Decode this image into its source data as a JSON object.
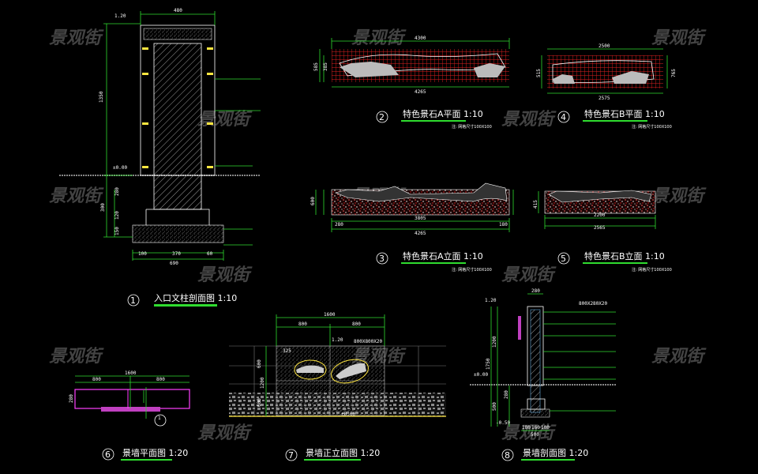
{
  "watermark": "景观街",
  "colors": {
    "background": "#000000",
    "dimension": "#2fdc2f",
    "grid": "#e02020",
    "hatch": "#ffffff",
    "accent": "#ff40ff"
  },
  "drawings": [
    {
      "number": "1",
      "title": "入口文柱剖面图 1:10",
      "dims": {
        "top": "480",
        "height": "1350",
        "base_w": "690",
        "core": "370",
        "side": "100",
        "side2": "60",
        "a": "280",
        "b": "300",
        "c": "120",
        "d": "150",
        "level": "1.20",
        "zero": "±0.00"
      }
    },
    {
      "number": "2",
      "title": "特色景石A平面 1:10",
      "dims": {
        "top": "4300",
        "bottom": "4265",
        "h1": "585",
        "h2": "385"
      },
      "note": "注: 网格尺寸100X100"
    },
    {
      "number": "3",
      "title": "特色景石A立面 1:10",
      "dims": {
        "mid": "3805",
        "bottom": "4265",
        "left": "280",
        "right": "180",
        "h": "600"
      },
      "note": "注: 网格尺寸100X100"
    },
    {
      "number": "4",
      "title": "特色景石B平面 1:10",
      "dims": {
        "top": "2500",
        "bottom": "2575",
        "h": "515",
        "h2": "765"
      },
      "note": "注: 网格尺寸100X100"
    },
    {
      "number": "5",
      "title": "特色景石B立面 1:10",
      "dims": {
        "mid": "2200",
        "bottom": "2565",
        "h": "415"
      },
      "note": "注: 网格尺寸100X100"
    },
    {
      "number": "6",
      "title": "景墙平面图 1:20",
      "dims": {
        "total": "1600",
        "left": "800",
        "right": "800",
        "depth": "280"
      },
      "section_mark": "1"
    },
    {
      "number": "7",
      "title": "景墙正立面图 1:20",
      "dims": {
        "total": "1600",
        "left": "800",
        "right": "800",
        "h_total": "1200",
        "h_top": "600",
        "h_bot": "600",
        "stone": "325",
        "level": "1.20",
        "zero": "±0.00",
        "tile": "800X800X20"
      }
    },
    {
      "number": "8",
      "title": "景墙剖面图 1:20",
      "dims": {
        "top": "280",
        "h_total": "1750",
        "h_upper": "1200",
        "h_lower": "500",
        "h_mid": "280",
        "base": "500",
        "b1": "180",
        "b2": "160",
        "b3": "180",
        "level": "1.20",
        "zero": "±0.00",
        "minus": "-0.50",
        "tile": "800X280X20"
      }
    }
  ]
}
